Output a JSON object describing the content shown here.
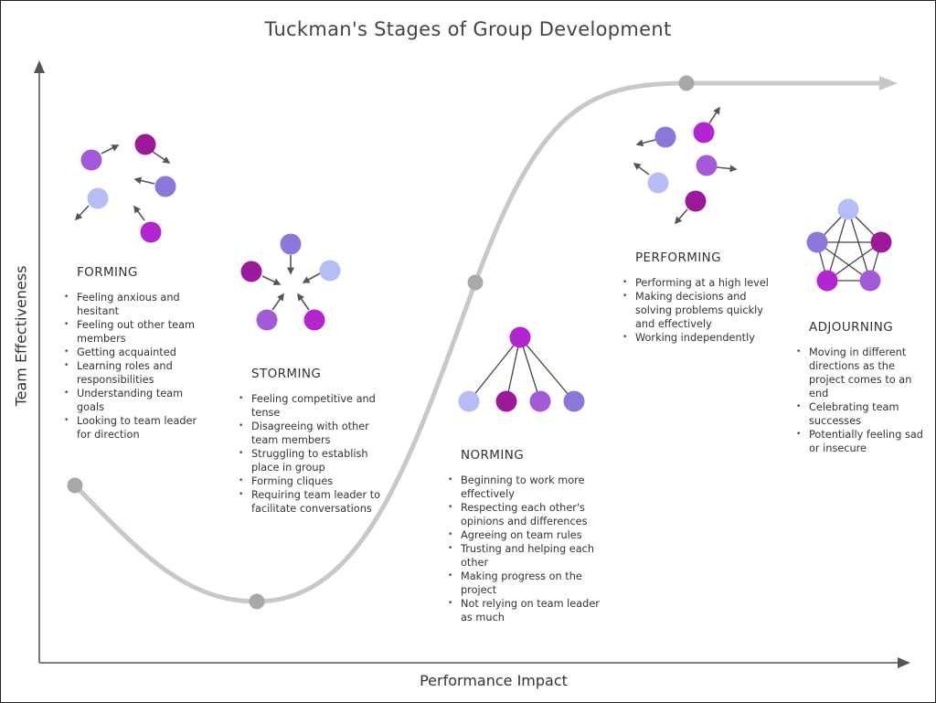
{
  "title": "Tuckman's Stages of Group Development",
  "axes": {
    "x_label": "Performance Impact",
    "y_label": "Team Effectiveness"
  },
  "colors": {
    "curve": "#c8c8c8",
    "curve_node": "#a8a8a8",
    "axis": "#555555",
    "arrow": "#555555",
    "purple_dark": "#9c1a99",
    "purple_magenta": "#b325cf",
    "purple_mid": "#a35ad8",
    "purple_violet": "#8c76d9",
    "lavender": "#b6bdf5"
  },
  "stages": [
    {
      "id": "forming",
      "name": "FORMING",
      "bullets": [
        "Feeling anxious and hesitant",
        "Feeling out other team members",
        "Getting acquainted",
        "Learning roles and responsibilities",
        "Understanding team goals",
        "Looking to team leader for direction"
      ]
    },
    {
      "id": "storming",
      "name": "STORMING",
      "bullets": [
        "Feeling competitive and tense",
        "Disagreeing with other team members",
        "Struggling to establish place in group",
        "Forming cliques",
        "Requiring team leader to facilitate conversations"
      ]
    },
    {
      "id": "norming",
      "name": "NORMING",
      "bullets": [
        "Beginning to work more effectively",
        "Respecting each other's opinions and differences",
        "Agreeing on team rules",
        "Trusting and helping each other",
        "Making progress on the project",
        "Not relying on team leader as much"
      ]
    },
    {
      "id": "performing",
      "name": "PERFORMING",
      "bullets": [
        "Performing at a high level",
        "Making decisions and solving problems quickly and effectively",
        "Working independently"
      ]
    },
    {
      "id": "adjourning",
      "name": "ADJOURNING",
      "bullets": [
        "Moving in different directions as the project comes to an end",
        "Celebrating team successes",
        "Potentially feeling sad or insecure"
      ]
    }
  ]
}
